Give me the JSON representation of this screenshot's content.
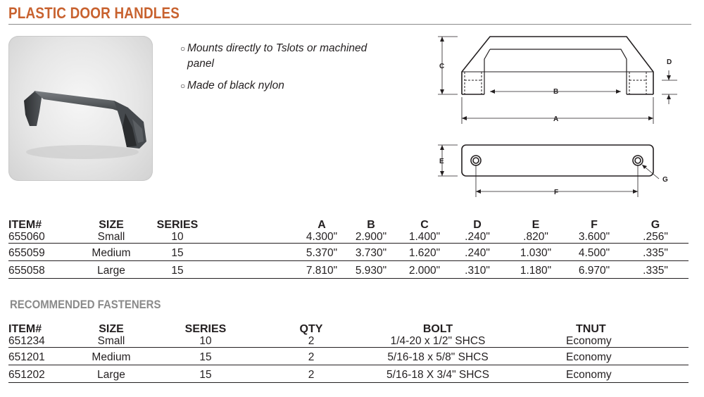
{
  "title": "PLASTIC DOOR HANDLES",
  "features": [
    "Mounts directly to Tslots or machined panel",
    "Made of black nylon"
  ],
  "diagram_labels": {
    "A": "A",
    "B": "B",
    "C": "C",
    "D": "D",
    "E": "E",
    "F": "F",
    "G": "G"
  },
  "specs": {
    "headers": [
      "ITEM#",
      "SIZE",
      "SERIES",
      "A",
      "B",
      "C",
      "D",
      "E",
      "F",
      "G"
    ],
    "rows": [
      [
        "655060",
        "Small",
        "10",
        "4.300\"",
        "2.900\"",
        "1.400\"",
        ".240\"",
        ".820\"",
        "3.600\"",
        ".256\""
      ],
      [
        "655059",
        "Medium",
        "15",
        "5.370\"",
        "3.730\"",
        "1.620\"",
        ".240\"",
        "1.030\"",
        "4.500\"",
        ".335\""
      ],
      [
        "655058",
        "Large",
        "15",
        "7.810\"",
        "5.930\"",
        "2.000\"",
        ".310\"",
        "1.180\"",
        "6.970\"",
        ".335\""
      ]
    ]
  },
  "fasteners": {
    "title": "RECOMMENDED FASTENERS",
    "headers": [
      "ITEM#",
      "SIZE",
      "SERIES",
      "QTY",
      "BOLT",
      "TNUT"
    ],
    "rows": [
      [
        "651234",
        "Small",
        "10",
        "2",
        "1/4-20 x 1/2\" SHCS",
        "Economy"
      ],
      [
        "651201",
        "Medium",
        "15",
        "2",
        "5/16-18 x 5/8\" SHCS",
        "Economy"
      ],
      [
        "651202",
        "Large",
        "15",
        "2",
        "5/16-18 X 3/4\" SHCS",
        "Economy"
      ]
    ]
  }
}
